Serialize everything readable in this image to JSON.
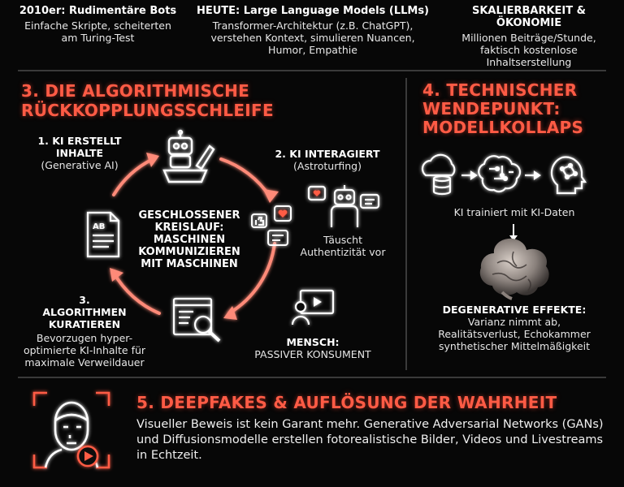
{
  "top_columns": [
    {
      "heading": "2010er: Rudimentäre Bots",
      "body": "Einfache Skripte, scheiterten am Turing-Test"
    },
    {
      "heading": "HEUTE: Large Language Models (LLMs)",
      "body": "Transformer-Architektur (z.B. ChatGPT), verstehen Kontext, simulieren Nuancen, Humor, Empathie"
    },
    {
      "heading": "SKALIERBARKEIT & ÖKONOMIE",
      "body": "Millionen Beiträge/Stunde, faktisch kostenlose Inhaltserstellung"
    }
  ],
  "loop_section": {
    "title": "3. DIE ALGORITHMISCHE RÜCKKOPPLUNGSSCHLEIFE",
    "center": "GESCHLOSSENER KREISLAUF: MASCHINEN KOMMUNIZIEREN MIT MASCHINEN",
    "step1": {
      "heading": "1. KI ERSTELLT INHALTE",
      "body": "(Generative AI)"
    },
    "step2": {
      "heading": "2. KI INTERAGIERT",
      "body": "(Astroturfing)",
      "note": "Täuscht Authentizität vor"
    },
    "step3": {
      "heading": "3. ALGORITHMEN KURATIEREN",
      "body": "Bevorzugen hyper-optimierte KI-Inhalte für maximale Verweildauer"
    },
    "human": {
      "heading": "MENSCH:",
      "body": "PASSIVER KONSUMENT"
    }
  },
  "collapse_section": {
    "title": "4. TECHNISCHER WENDEPUNKT: MODELLKOLLAPS",
    "caption": "KI trainiert mit KI-Daten",
    "effects_heading": "DEGENERATIVE EFFEKTE:",
    "effects_body": "Varianz nimmt ab, Realitätsverlust, Echokammer synthetischer Mittelmäßigkeit"
  },
  "deepfake_section": {
    "title": "5. DEEPFAKES & AUFLÖSUNG DER WAHRHEIT",
    "body": "Visueller Beweis ist kein Garant mehr. Generative Adversarial Networks (GANs) und Diffusionsmodelle erstellen fotorealistische Bilder, Videos und Livestreams in Echtzeit."
  },
  "colors": {
    "accent": "#ff5b45",
    "background": "#070707",
    "divider": "#3a3a3a"
  },
  "icons": [
    "robot-writing-icon",
    "robot-social-icon",
    "document-ai-icon",
    "magnifier-screen-icon",
    "person-screen-icon",
    "cloud-database-icon",
    "brain-network-icon",
    "degraded-brain-icon",
    "face-scan-icon",
    "play-icon"
  ]
}
